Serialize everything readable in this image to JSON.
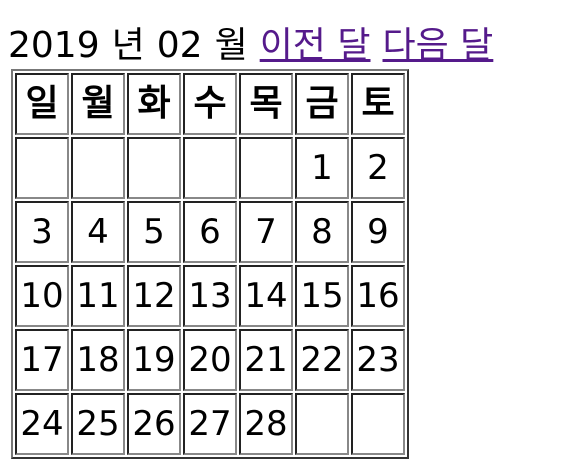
{
  "header": {
    "year": "2019",
    "year_suffix": "년",
    "month": "02",
    "month_suffix": "월",
    "prev_link": "이전 달",
    "next_link": "다음 달"
  },
  "calendar": {
    "weekdays": [
      "일",
      "월",
      "화",
      "수",
      "목",
      "금",
      "토"
    ],
    "weeks": [
      [
        "",
        "",
        "",
        "",
        "",
        "1",
        "2"
      ],
      [
        "3",
        "4",
        "5",
        "6",
        "7",
        "8",
        "9"
      ],
      [
        "10",
        "11",
        "12",
        "13",
        "14",
        "15",
        "16"
      ],
      [
        "17",
        "18",
        "19",
        "20",
        "21",
        "22",
        "23"
      ],
      [
        "24",
        "25",
        "26",
        "27",
        "28",
        "",
        ""
      ]
    ]
  },
  "colors": {
    "link": "#551a8b",
    "border": "#333333"
  }
}
